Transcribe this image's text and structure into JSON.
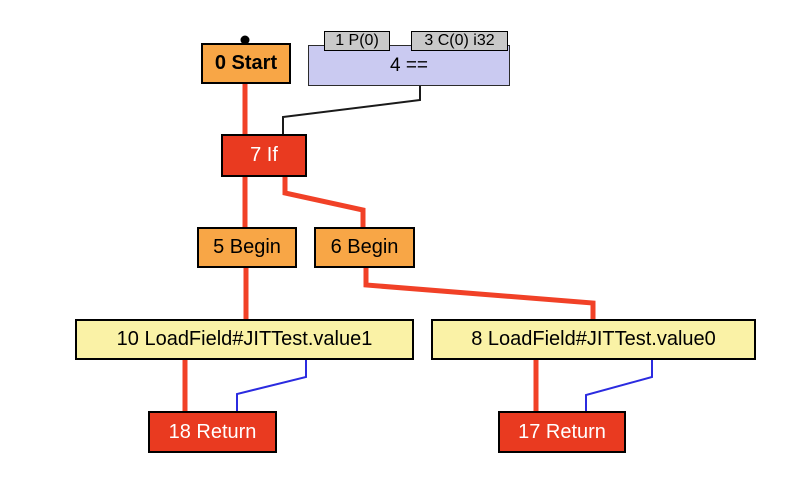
{
  "graph": {
    "nodes": {
      "start": {
        "label": "0 Start",
        "fill": "#F8A646"
      },
      "eq": {
        "label": "4 ==",
        "fill": "#CACAF1"
      },
      "param_slot": {
        "label": "1 P(0)",
        "fill": "#C9C9C9"
      },
      "const_slot": {
        "label": "3 C(0) i32",
        "fill": "#C9C9C9"
      },
      "if": {
        "label": "7 If",
        "fill": "#E93A20"
      },
      "begin_true": {
        "label": "5 Begin",
        "fill": "#F8A646"
      },
      "begin_false": {
        "label": "6 Begin",
        "fill": "#F8A646"
      },
      "load_value1": {
        "label": "10 LoadField#JITTest.value1",
        "fill": "#FAF2A6"
      },
      "load_value0": {
        "label": "8 LoadField#JITTest.value0",
        "fill": "#FAF2A6"
      },
      "return_left": {
        "label": "18 Return",
        "fill": "#E93A20"
      },
      "return_right": {
        "label": "17 Return",
        "fill": "#E93A20"
      }
    },
    "edges": [
      {
        "from": "0 Start",
        "to": "7 If",
        "kind": "control"
      },
      {
        "from": "4 ==",
        "to": "7 If",
        "kind": "predicate"
      },
      {
        "from": "7 If",
        "to": "5 Begin",
        "kind": "control"
      },
      {
        "from": "7 If",
        "to": "6 Begin",
        "kind": "control"
      },
      {
        "from": "5 Begin",
        "to": "10 LoadField#JITTest.value1",
        "kind": "control"
      },
      {
        "from": "6 Begin",
        "to": "8 LoadField#JITTest.value0",
        "kind": "control"
      },
      {
        "from": "10 LoadField#JITTest.value1",
        "to": "18 Return",
        "kind": "control"
      },
      {
        "from": "10 LoadField#JITTest.value1",
        "to": "18 Return",
        "kind": "data"
      },
      {
        "from": "8 LoadField#JITTest.value0",
        "to": "17 Return",
        "kind": "control"
      },
      {
        "from": "8 LoadField#JITTest.value0",
        "to": "17 Return",
        "kind": "data"
      }
    ],
    "colors": {
      "control_edge": "#F14127",
      "data_edge": "#2B2BE0",
      "predicate_edge": "#1A1A1A",
      "node_border": "#000000",
      "background": "#FFFFFF"
    }
  }
}
